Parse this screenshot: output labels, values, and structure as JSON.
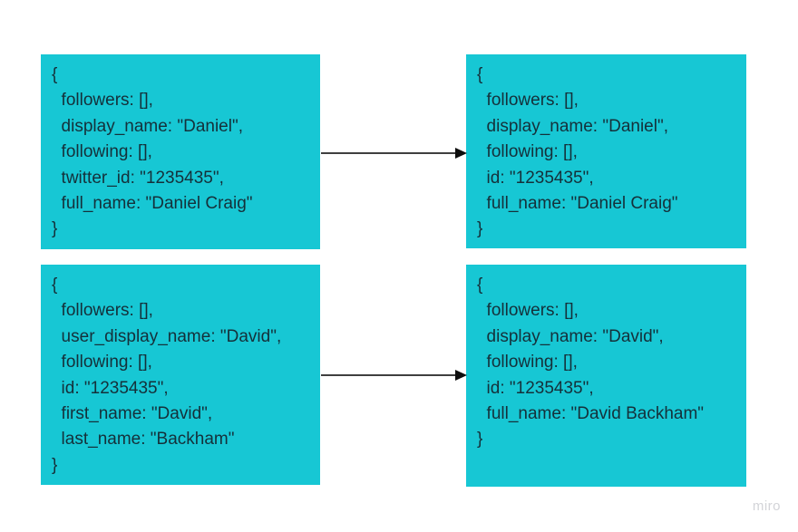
{
  "watermark": {
    "label": "miro"
  },
  "colors": {
    "canvas_bg": "#ffffff",
    "box_bg": "#17c7d4",
    "code_text": "#15303a",
    "arrow_line": "#3f3f3f",
    "arrow_head": "#0e0e0e",
    "watermark_text": "#d3d4d8"
  },
  "boxes": [
    {
      "name": "daniel-source-schema",
      "lines": [
        "{",
        "  followers: [],",
        "  display_name: \"Daniel\",",
        "  following: [],",
        "  twitter_id: \"1235435\",",
        "  full_name: \"Daniel Craig\"",
        "}"
      ]
    },
    {
      "name": "daniel-normalized-schema",
      "lines": [
        "{",
        "  followers: [],",
        "  display_name: \"Daniel\",",
        "  following: [],",
        "  id: \"1235435\",",
        "  full_name: \"Daniel Craig\"",
        "}"
      ]
    },
    {
      "name": "david-source-schema",
      "lines": [
        "{",
        "  followers: [],",
        "  user_display_name: \"David\",",
        "  following: [],",
        "  id: \"1235435\",",
        "  first_name: \"David\",",
        "  last_name: \"Backham\"",
        "}"
      ]
    },
    {
      "name": "david-normalized-schema",
      "lines": [
        "{",
        "  followers: [],",
        "  display_name: \"David\",",
        "  following: [],",
        "  id: \"1235435\",",
        "  full_name: \"David Backham\"",
        "}"
      ]
    }
  ],
  "arrows": [
    {
      "name": "daniel-mapping-arrow",
      "direction": "right"
    },
    {
      "name": "david-mapping-arrow",
      "direction": "right"
    }
  ]
}
